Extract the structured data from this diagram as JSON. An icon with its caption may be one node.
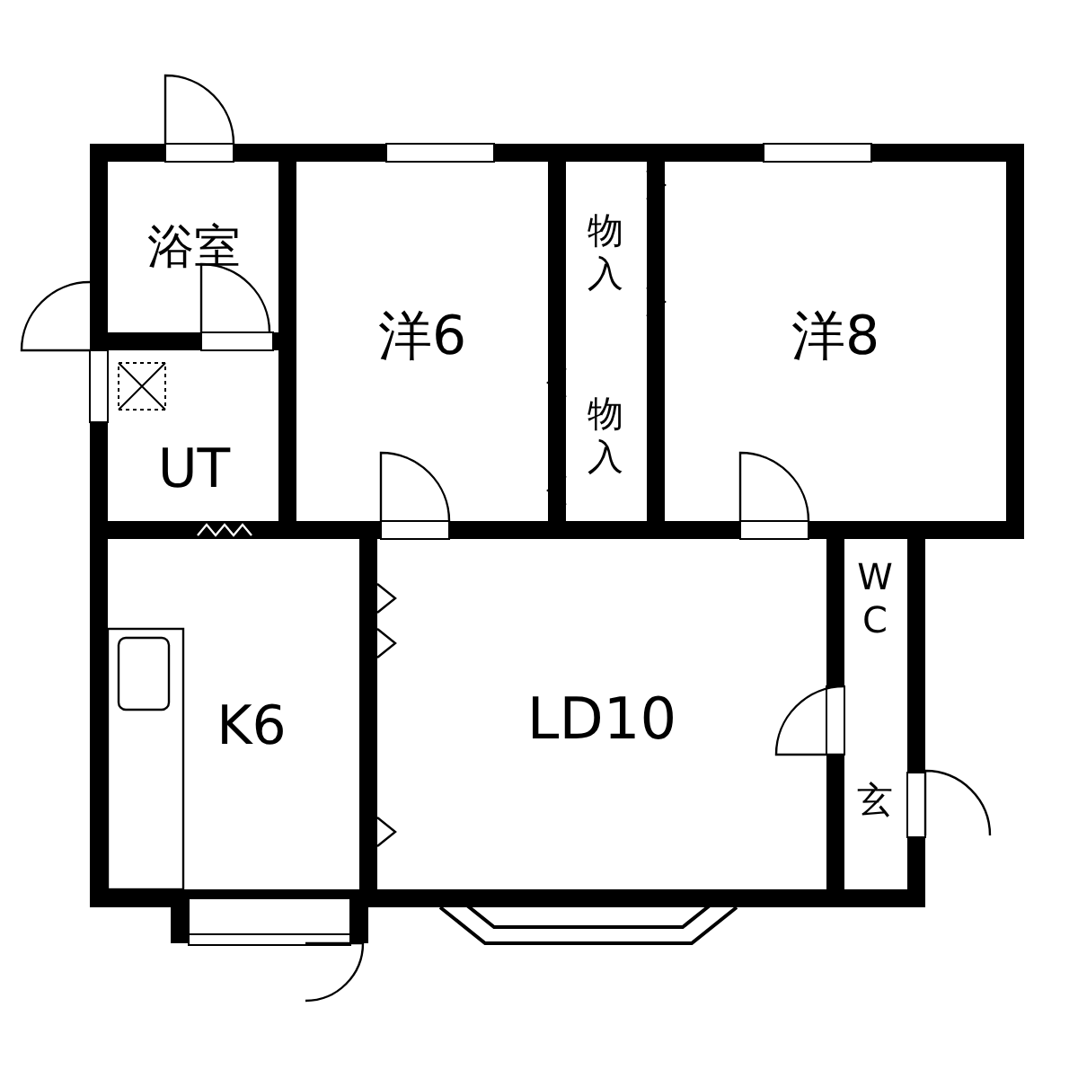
{
  "diagram": {
    "nodes": [
      {
        "text": [
          "浴室"
        ]
      },
      {
        "text": [
          "洋6"
        ]
      },
      {
        "text": [
          "物入"
        ]
      },
      {
        "text": [
          "洋8"
        ]
      },
      {
        "text": [
          "UT"
        ]
      },
      {
        "text": [
          "物入"
        ]
      },
      {
        "text": [
          "W C"
        ]
      },
      {
        "text": [
          "K6"
        ]
      },
      {
        "text": [
          "LD10"
        ]
      },
      {
        "text": [
          "玄"
        ]
      }
    ]
  }
}
